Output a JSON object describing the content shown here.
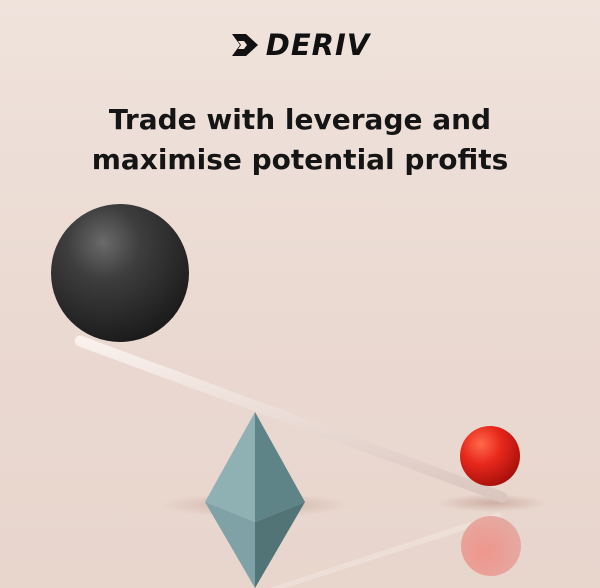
{
  "brand": {
    "logo_text": "DERIV",
    "logo_icon": "deriv-chevron-icon",
    "color": "#111111"
  },
  "headline": {
    "line1": "Trade with leverage and",
    "line2": "maximise potential profits"
  },
  "illustration": {
    "heavy_ball_color": "#2b2b2b",
    "light_ball_color": "#e8281c",
    "fulcrum_color": "#7fa3a6",
    "beam_color": "#f2e4de"
  }
}
